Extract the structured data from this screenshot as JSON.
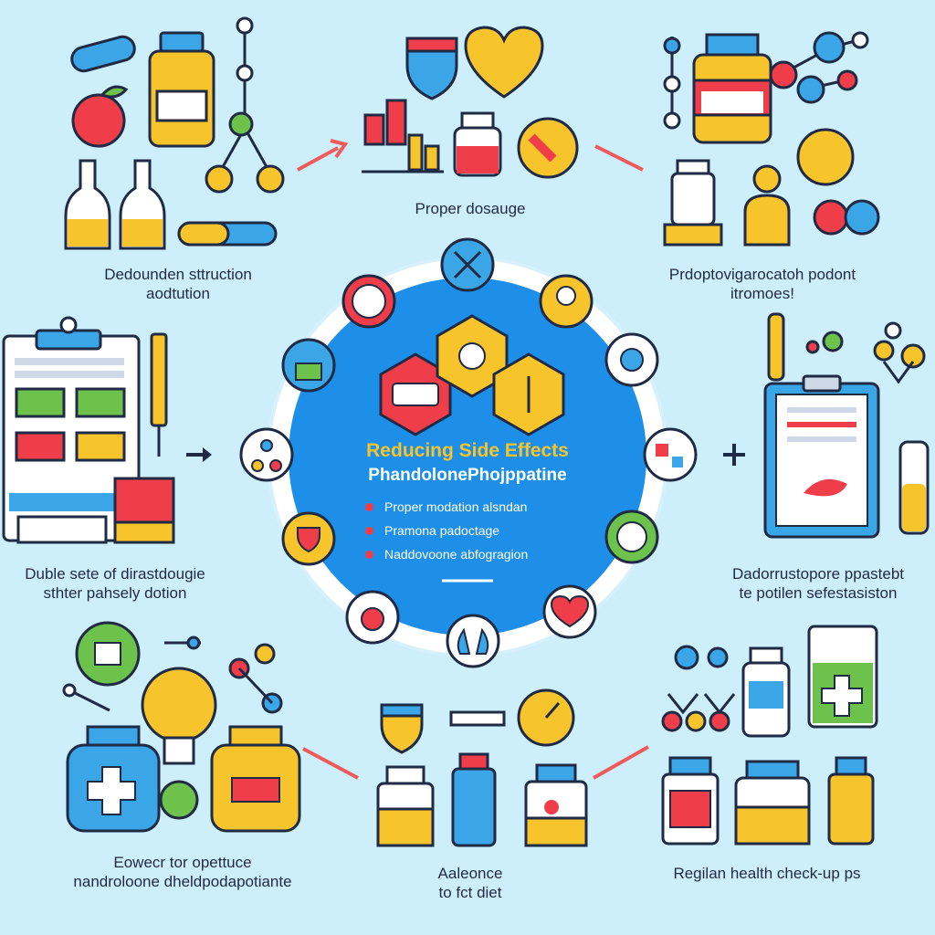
{
  "colors": {
    "background": "#cdeefb",
    "hub": "#1e8fe8",
    "ring": "#ffffff",
    "red": "#ef3e4a",
    "yellow": "#f7c52b",
    "blue": "#3aa6e8",
    "green": "#6cc24a",
    "outline": "#1f2a44"
  },
  "center": {
    "title": "Reducing Side Effects",
    "subtitle": "PhandolonePhojppatine",
    "bullets": [
      "Proper modation alsndan",
      "Pramona padoctage",
      "Naddovoone abfogragion"
    ]
  },
  "captions": {
    "top_left": [
      "Dedounden sttruction",
      "aodtution"
    ],
    "top_center": [
      "Proper dosauge"
    ],
    "top_right": [
      "Prdoptovigarocatoh podont",
      "itromoes!"
    ],
    "mid_left": [
      "Duble sete of dirastdougie",
      "sthter pahsely dotion"
    ],
    "mid_right": [
      "Dadorrustopore ppastebt",
      "te potilen sefestasiston"
    ],
    "bottom_left": [
      "Eowecr tor opettuce",
      "nandroloone dheldpodapotiante"
    ],
    "bottom_center": [
      "Aaleonce",
      "to fct diet"
    ],
    "bottom_right": [
      "Regilan health check-up ps"
    ]
  },
  "ring_icons": [
    "tools-icon",
    "doctor-icon",
    "stomach-icon",
    "heart-care-icon",
    "stethoscope-icon",
    "heart-icon",
    "lungs-icon",
    "kidney-icon",
    "shield-icon",
    "molecules-icon",
    "patient-icon",
    "sp-badge-icon"
  ]
}
